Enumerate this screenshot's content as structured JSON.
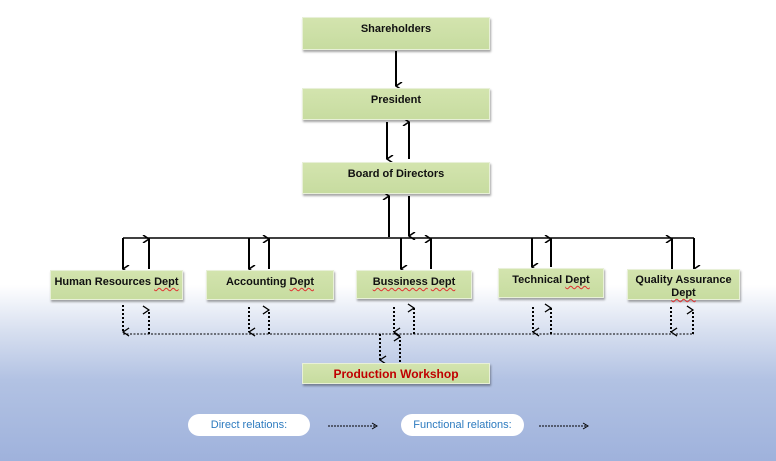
{
  "diagram": {
    "nodes": {
      "shareholders": "Shareholders",
      "president": "President",
      "board": "Board of Directors",
      "hr": {
        "main": "Human Resources ",
        "squig": "Dept"
      },
      "accounting": {
        "main": "Accounting ",
        "squig": "Dept"
      },
      "business": {
        "squig1": "Bussiness",
        "main": " ",
        "squig2": "Dept"
      },
      "technical": {
        "main": "Technical ",
        "squig": "Dept"
      },
      "qa": {
        "main": "Quality Assurance",
        "squig": "Dept"
      },
      "production": "Production Workshop"
    },
    "legend": {
      "direct": "Direct relations:",
      "functional": "Functional relations:"
    },
    "colors": {
      "box_fill": "#cfe2a8",
      "production_text": "#c00000",
      "legend_text": "#2d7bbf"
    }
  }
}
